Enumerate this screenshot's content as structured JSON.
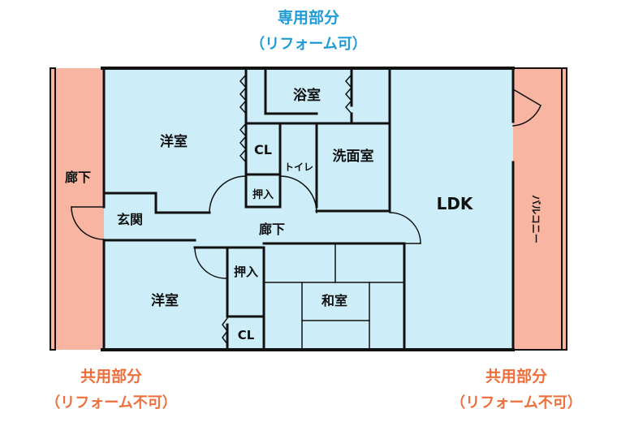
{
  "captions": {
    "private_title": "専用部分",
    "private_note": "（リフォーム可）",
    "common_left_title": "共用部分",
    "common_left_note": "（リフォーム不可）",
    "common_right_title": "共用部分",
    "common_right_note": "（リフォーム不可）"
  },
  "rooms": {
    "western_room_top": "洋室",
    "western_room_bottom": "洋室",
    "bathroom": "浴室",
    "closet_top": "CL",
    "closet_bottom": "CL",
    "toilet": "トイレ",
    "washroom": "洗面室",
    "storage_top": "押入",
    "storage_bottom": "押入",
    "entrance": "玄関",
    "inner_hallway": "廊下",
    "outer_hallway": "廊下",
    "ldk": "LDK",
    "japanese_room": "和室",
    "balcony": "バルコニー"
  },
  "colors": {
    "private_area": "#cdeef9",
    "common_area": "#f8b5a2",
    "private_caption": "#1e9bd7",
    "common_caption": "#ee6f3c",
    "wall": "#111111"
  }
}
